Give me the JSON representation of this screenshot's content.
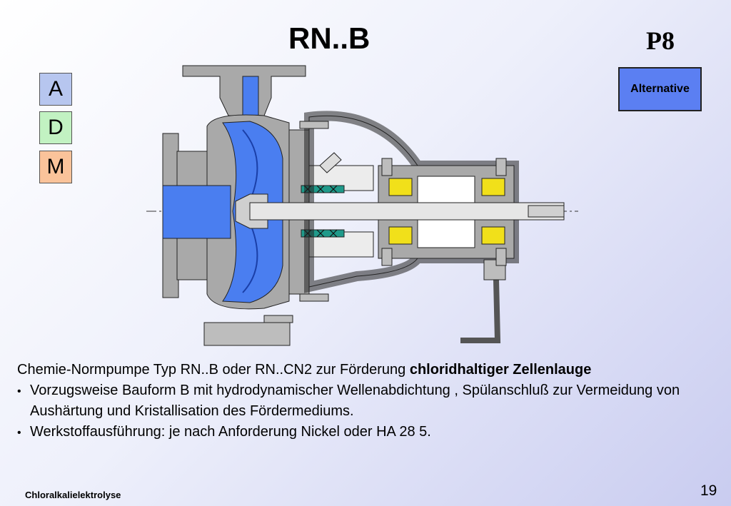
{
  "slide": {
    "title": "RN..B",
    "code": "P8",
    "alternative_label": "Alternative",
    "nav": [
      "A",
      "D",
      "M"
    ]
  },
  "body": {
    "intro_plain": "Chemie-Normpumpe Typ RN..B oder RN..CN2 zur Förderung ",
    "intro_bold": "chloridhaltiger Zellenlauge",
    "bullets": [
      "Vorzugsweise Bauform B mit hydrodynamischer Wellenabdichtung , Spülanschluß zur Vermeidung von Aushärtung und Kristallisation des Fördermediums.",
      "Werkstoffausführung: je nach Anforderung Nickel oder HA 28 5."
    ]
  },
  "footer": {
    "left": "Chloralkalielektrolyse",
    "page": "19"
  },
  "colors": {
    "alternative_button": "#5b7ff2",
    "nav_a": "#b7c6ef",
    "nav_d": "#c2f2c2",
    "nav_m": "#fac39a",
    "pump_medium": "#4a7ef0",
    "housing_gray": "#a9a9a9"
  }
}
